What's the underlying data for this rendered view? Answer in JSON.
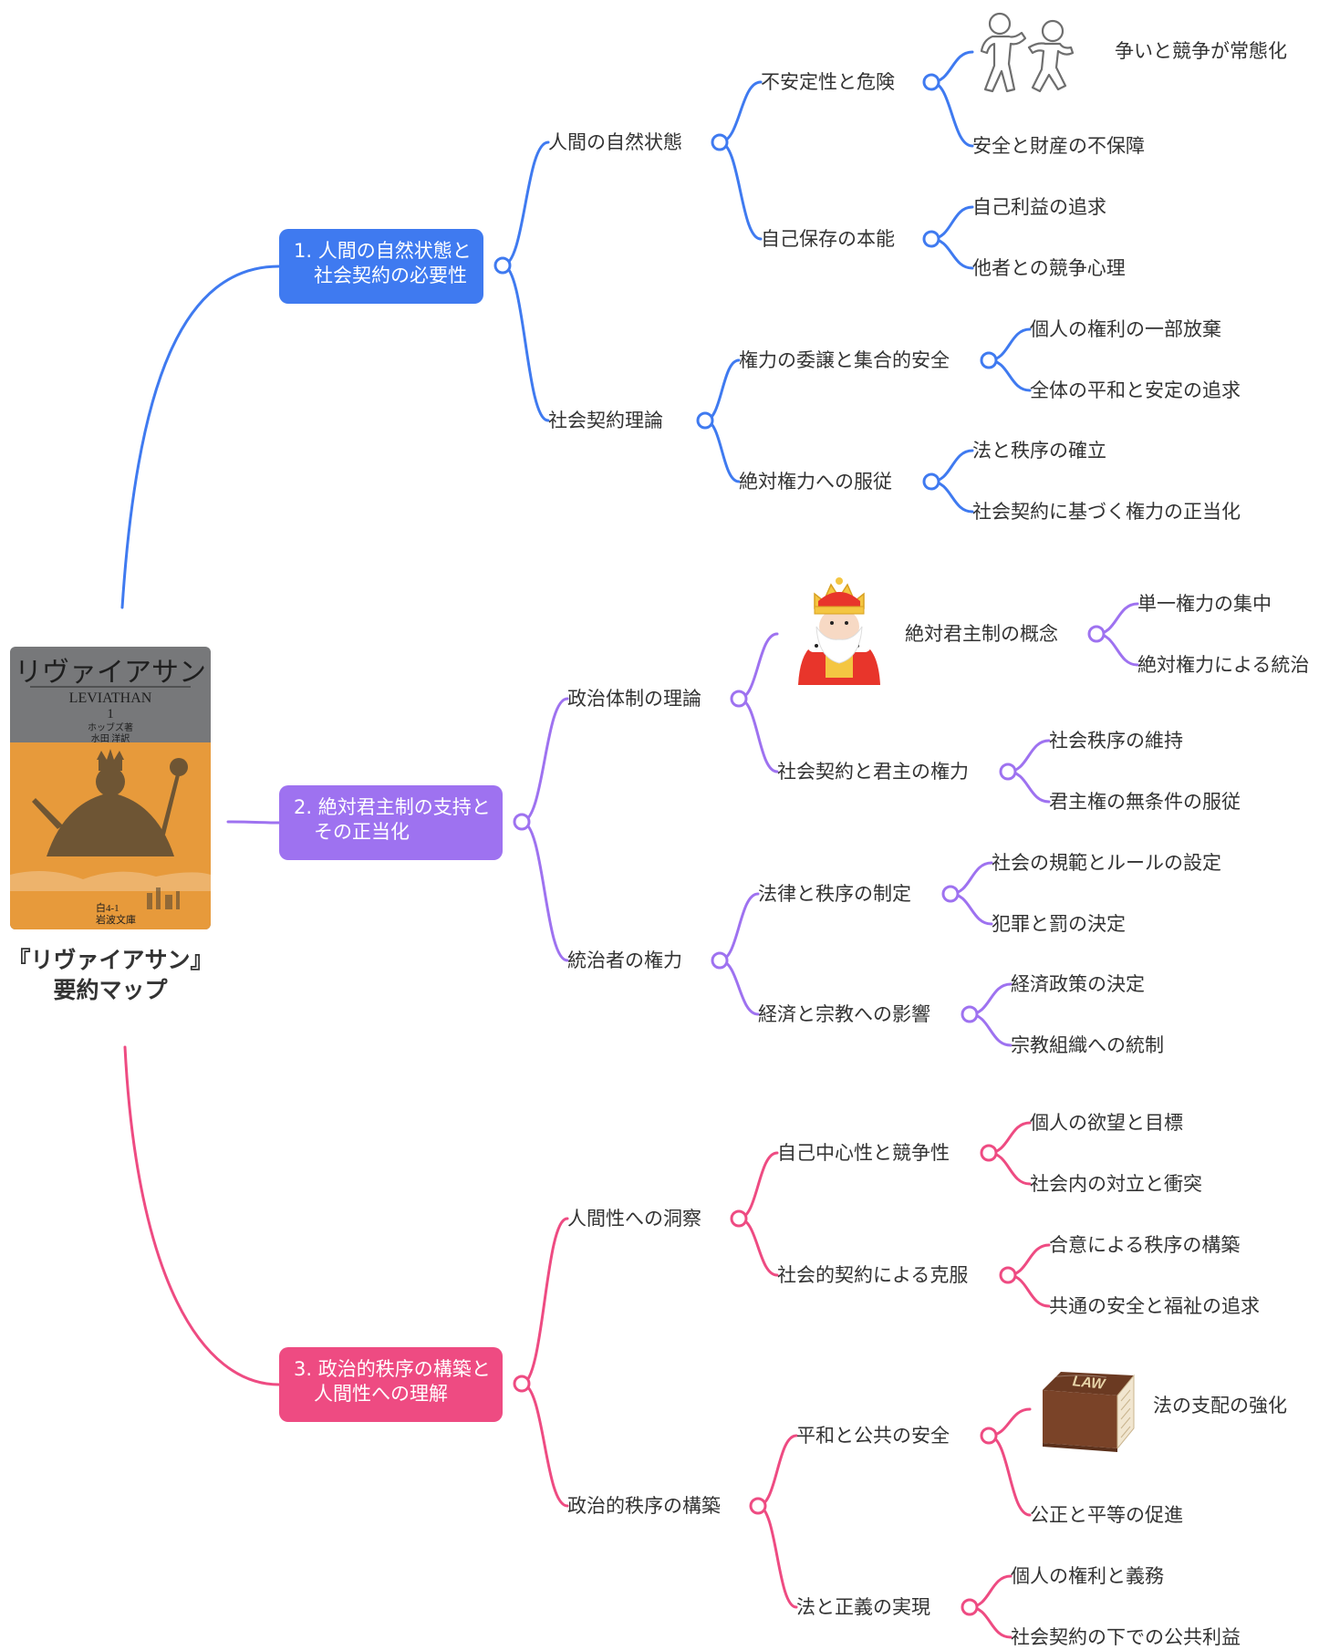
{
  "root": {
    "title_line1": "『リヴァイアサン』",
    "title_line2": "要約マップ",
    "cover": {
      "title_jp": "リヴァイアサン",
      "title_en": "LEVIATHAN",
      "volume": "1",
      "author": "ホッブズ著",
      "translator": "水田 洋訳",
      "code": "白4-1",
      "publisher": "岩波文庫"
    }
  },
  "colors": {
    "branch1": "#3F7AF0",
    "branch2": "#9E72F0",
    "branch3": "#EE4B82",
    "text": "#333333",
    "cover_orange": "#E79A3B",
    "cover_gray": "#77787A"
  },
  "branches": [
    {
      "line1": "1. 人間の自然状態と",
      "line2": "社会契約の必要性",
      "children": [
        {
          "label": "人間の自然状態",
          "children": [
            {
              "label": "不安定性と危険",
              "illustration": "fighting-people-icon",
              "children": [
                "争いと競争が常態化",
                "安全と財産の不保障"
              ]
            },
            {
              "label": "自己保存の本能",
              "children": [
                "自己利益の追求",
                "他者との競争心理"
              ]
            }
          ]
        },
        {
          "label": "社会契約理論",
          "children": [
            {
              "label": "権力の委譲と集合的安全",
              "children": [
                "個人の権利の一部放棄",
                "全体の平和と安定の追求"
              ]
            },
            {
              "label": "絶対権力への服従",
              "children": [
                "法と秩序の確立",
                "社会契約に基づく権力の正当化"
              ]
            }
          ]
        }
      ]
    },
    {
      "line1": "2. 絶対君主制の支持と",
      "line2": "その正当化",
      "children": [
        {
          "label": "政治体制の理論",
          "children": [
            {
              "label": "絶対君主制の概念",
              "illustration": "king-icon",
              "children": [
                "単一権力の集中",
                "絶対権力による統治"
              ]
            },
            {
              "label": "社会契約と君主の権力",
              "children": [
                "社会秩序の維持",
                "君主権の無条件の服従"
              ]
            }
          ]
        },
        {
          "label": "統治者の権力",
          "children": [
            {
              "label": "法律と秩序の制定",
              "children": [
                "社会の規範とルールの設定",
                "犯罪と罰の決定"
              ]
            },
            {
              "label": "経済と宗教への影響",
              "children": [
                "経済政策の決定",
                "宗教組織への統制"
              ]
            }
          ]
        }
      ]
    },
    {
      "line1": "3. 政治的秩序の構築と",
      "line2": "人間性への理解",
      "children": [
        {
          "label": "人間性への洞察",
          "children": [
            {
              "label": "自己中心性と競争性",
              "children": [
                "個人の欲望と目標",
                "社会内の対立と衝突"
              ]
            },
            {
              "label": "社会的契約による克服",
              "children": [
                "合意による秩序の構築",
                "共通の安全と福祉の追求"
              ]
            }
          ]
        },
        {
          "label": "政治的秩序の構築",
          "children": [
            {
              "label": "平和と公共の安全",
              "illustration": "law-book-icon",
              "illustration_text": "LAW",
              "children": [
                "法の支配の強化",
                "公正と平等の促進"
              ]
            },
            {
              "label": "法と正義の実現",
              "children": [
                "個人の権利と義務",
                "社会契約の下での公共利益"
              ]
            }
          ]
        }
      ]
    }
  ]
}
